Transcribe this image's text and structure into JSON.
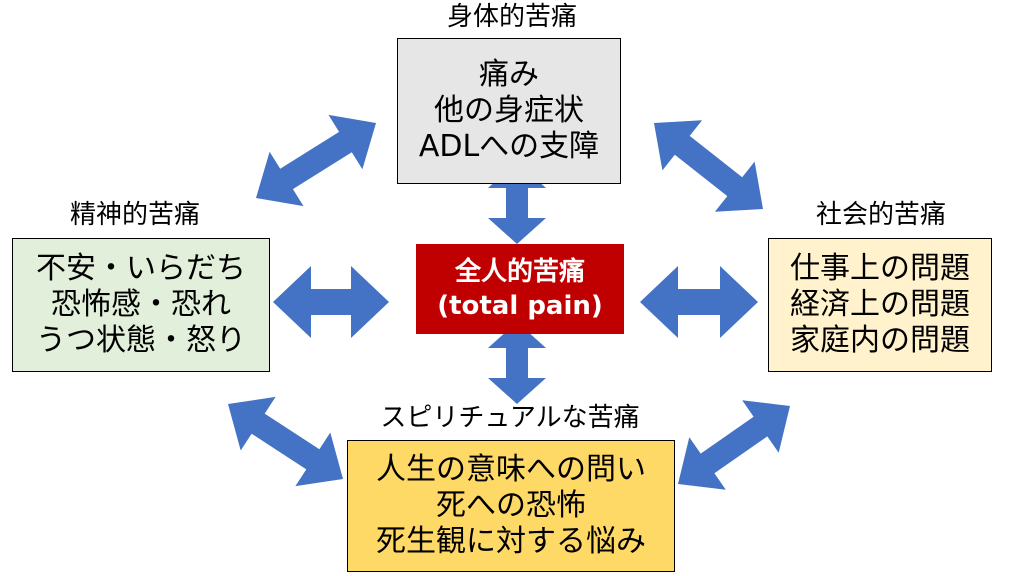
{
  "center": {
    "line1": "全人的苦痛",
    "line2": "(total pain)"
  },
  "physical": {
    "title": "身体的苦痛",
    "items": [
      "痛み",
      "他の身症状",
      "ADLへの支障"
    ]
  },
  "mental": {
    "title": "精神的苦痛",
    "items": [
      "不安・いらだち",
      "恐怖感・恐れ",
      "うつ状態・怒り"
    ]
  },
  "social": {
    "title": "社会的苦痛",
    "items": [
      "仕事上の問題",
      "経済上の問題",
      "家庭内の問題"
    ]
  },
  "spiritual": {
    "title": "スピリチュアルな苦痛",
    "items": [
      "人生の意味への問い",
      "死への恐怖",
      "死生観に対する悩み"
    ]
  },
  "colors": {
    "arrow": "#4472c4",
    "center": "#c00000",
    "physical": "#e7e6e6",
    "mental": "#e2efda",
    "social": "#fff2cc",
    "spiritual": "#ffd966"
  }
}
